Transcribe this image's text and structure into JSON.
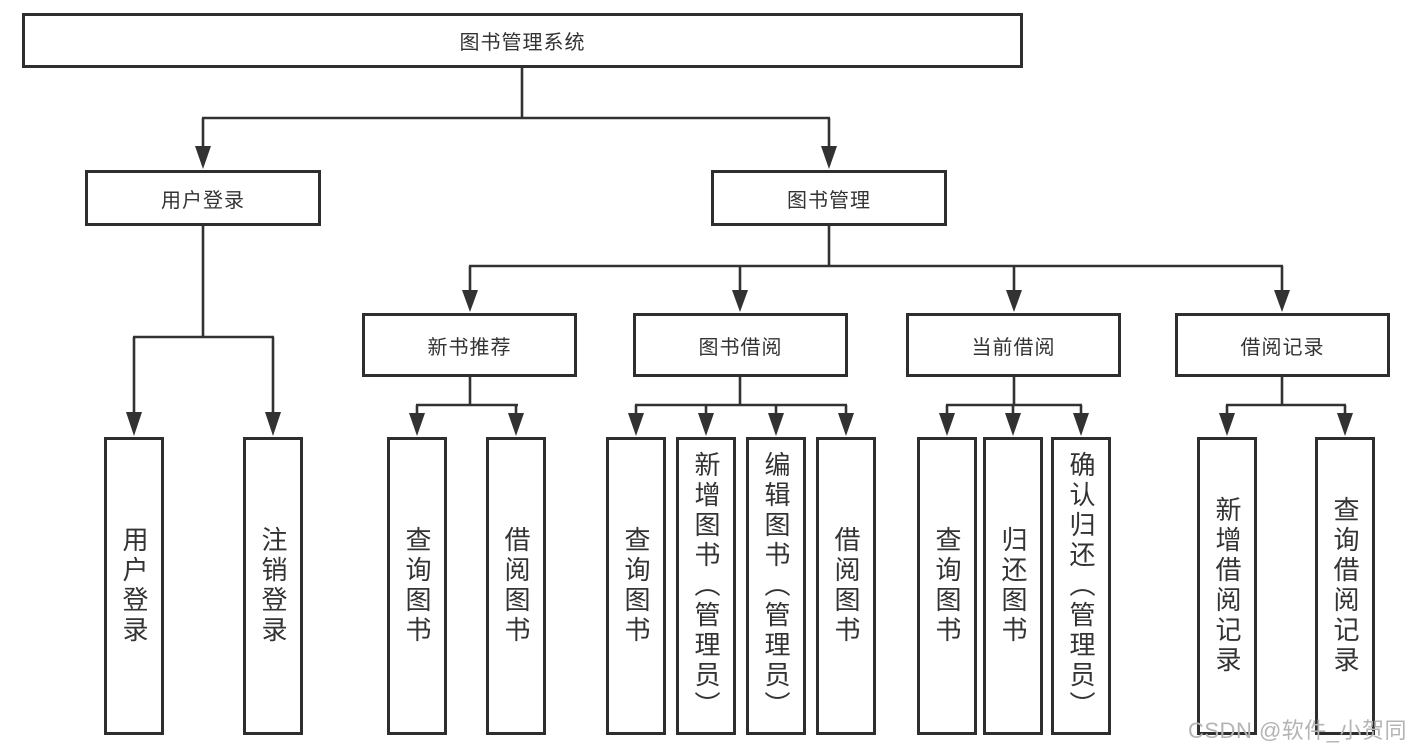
{
  "diagram": {
    "root": {
      "label": "图书管理系统"
    },
    "branches": [
      {
        "label": "用户登录",
        "children": [
          {
            "label": "用户登录"
          },
          {
            "label": "注销登录"
          }
        ]
      },
      {
        "label": "图书管理",
        "children": [
          {
            "label": "新书推荐",
            "children": [
              {
                "label": "查询图书"
              },
              {
                "label": "借阅图书"
              }
            ]
          },
          {
            "label": "图书借阅",
            "children": [
              {
                "label": "查询图书"
              },
              {
                "label": "新增图书（管理员）"
              },
              {
                "label": "编辑图书（管理员）"
              },
              {
                "label": "借阅图书"
              }
            ]
          },
          {
            "label": "当前借阅",
            "children": [
              {
                "label": "查询图书"
              },
              {
                "label": "归还图书"
              },
              {
                "label": "确认归还（管理员）"
              }
            ]
          },
          {
            "label": "借阅记录",
            "children": [
              {
                "label": "新增借阅记录"
              },
              {
                "label": "查询借阅记录"
              }
            ]
          }
        ]
      }
    ],
    "watermark": "CSDN @软件_小贺同学",
    "colors": {
      "line": "#323232",
      "box_border": "#2e2e2e",
      "box_fill": "#ffffff",
      "text": "#333333",
      "watermark": "#b4b4b4",
      "background": "#ffffff"
    }
  }
}
